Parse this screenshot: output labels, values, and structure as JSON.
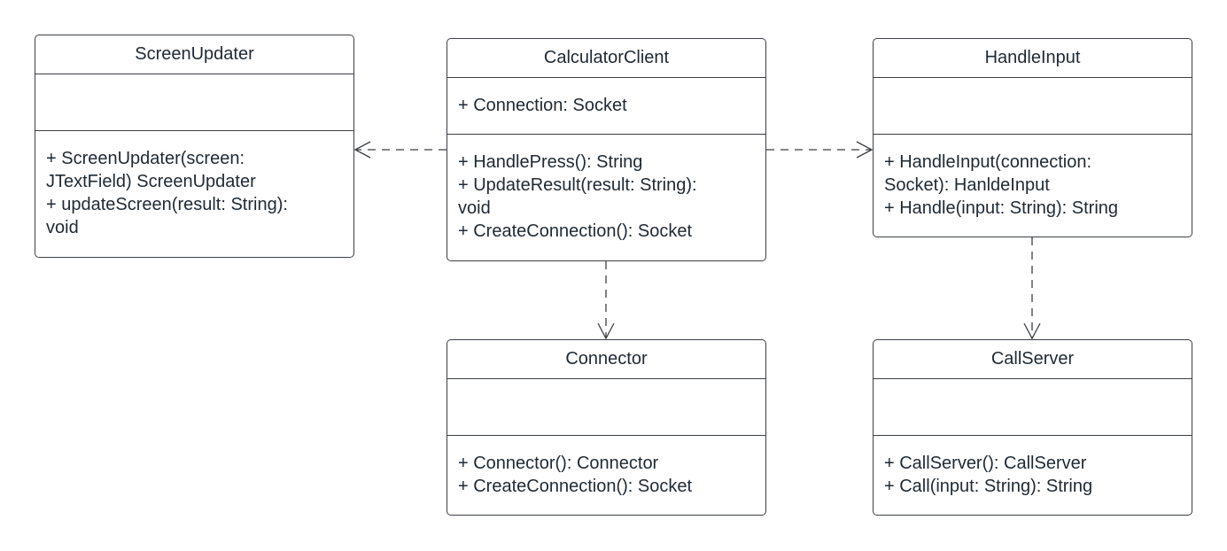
{
  "classes": {
    "screen_updater": {
      "name": "ScreenUpdater",
      "attributes": [],
      "methods": [
        "+ ScreenUpdater(screen:",
        "JTextField) ScreenUpdater",
        "+ updateScreen(result: String):",
        "void"
      ]
    },
    "calculator_client": {
      "name": "CalculatorClient",
      "attributes": [
        "+ Connection: Socket"
      ],
      "methods": [
        "+ HandlePress(): String",
        "+ UpdateResult(result: String):",
        "void",
        "+ CreateConnection(): Socket"
      ]
    },
    "handle_input": {
      "name": "HandleInput",
      "attributes": [],
      "methods": [
        "+ HandleInput(connection:",
        "Socket): HanldeInput",
        "+ Handle(input: String): String"
      ]
    },
    "connector": {
      "name": "Connector",
      "attributes": [],
      "methods": [
        "+ Connector(): Connector",
        "+ CreateConnection(): Socket"
      ]
    },
    "call_server": {
      "name": "CallServer",
      "attributes": [],
      "methods": [
        "+ CallServer(): CallServer",
        "+ Call(input: String): String"
      ]
    }
  },
  "relations": [
    {
      "from": "CalculatorClient",
      "to": "ScreenUpdater",
      "type": "dependency"
    },
    {
      "from": "CalculatorClient",
      "to": "HandleInput",
      "type": "dependency"
    },
    {
      "from": "CalculatorClient",
      "to": "Connector",
      "type": "dependency"
    },
    {
      "from": "HandleInput",
      "to": "CallServer",
      "type": "dependency"
    }
  ],
  "colors": {
    "line": "#3b3f45",
    "text": "#1f2933",
    "background": "#ffffff"
  }
}
